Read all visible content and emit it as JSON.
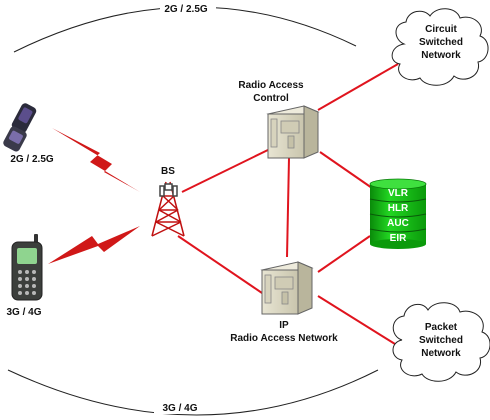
{
  "arcs": {
    "top_label": "2G / 2.5G",
    "bottom_label": "3G / 4G"
  },
  "devices": {
    "phone_2g_label": "2G / 2.5G",
    "phone_3g_label": "3G / 4G",
    "bs_label": "BS"
  },
  "servers": {
    "rac_label_line1": "Radio Access",
    "rac_label_line2": "Control",
    "ip_label_line1": "IP",
    "ip_label_line2": "Radio Access Network"
  },
  "clouds": {
    "circuit": [
      "Circuit",
      "Switched",
      "Network"
    ],
    "packet": [
      "Packet",
      "Switched",
      "Network"
    ]
  },
  "database": {
    "rows": [
      "VLR",
      "HLR",
      "AUC",
      "EIR"
    ]
  },
  "colors": {
    "link": "#e0141e",
    "database_green": "#11c211",
    "server_beige": "#dcd8c4"
  }
}
